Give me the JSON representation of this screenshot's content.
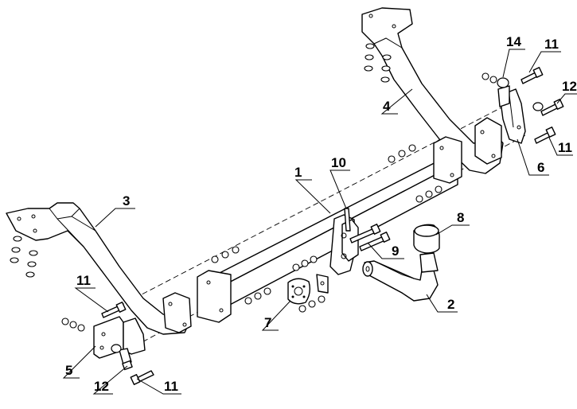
{
  "diagram": {
    "callouts": [
      {
        "id": "1",
        "label": "1"
      },
      {
        "id": "2",
        "label": "2"
      },
      {
        "id": "3",
        "label": "3"
      },
      {
        "id": "4",
        "label": "4"
      },
      {
        "id": "5",
        "label": "5"
      },
      {
        "id": "6",
        "label": "6"
      },
      {
        "id": "7",
        "label": "7"
      },
      {
        "id": "8",
        "label": "8"
      },
      {
        "id": "9",
        "label": "9"
      },
      {
        "id": "10",
        "label": "10"
      },
      {
        "id": "11a",
        "label": "11"
      },
      {
        "id": "11b",
        "label": "11"
      },
      {
        "id": "11c",
        "label": "11"
      },
      {
        "id": "11d",
        "label": "11"
      },
      {
        "id": "12a",
        "label": "12"
      },
      {
        "id": "12b",
        "label": "12"
      },
      {
        "id": "14",
        "label": "14"
      }
    ]
  }
}
